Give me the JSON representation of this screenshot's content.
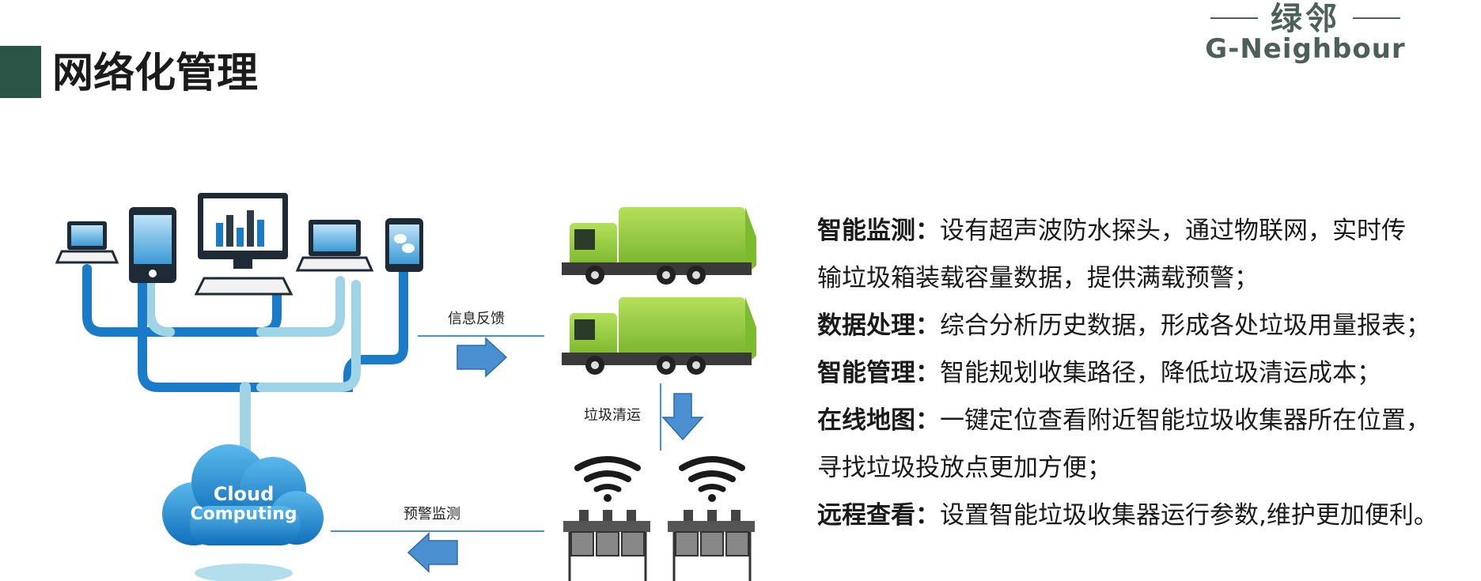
{
  "header": {
    "title": "网络化管理"
  },
  "logo": {
    "chinese": "绿邻",
    "english": "G-Neighbour"
  },
  "diagram": {
    "cloud_line1": "Cloud",
    "cloud_line2": "Computing",
    "label_feedback": "信息反馈",
    "label_collection": "垃圾清运",
    "label_warning": "预警监测"
  },
  "features": [
    {
      "term": "智能监测：",
      "text": "设有超声波防水探头，通过物联网，实时传"
    },
    {
      "term": "",
      "text": "输垃圾箱装载容量数据，提供满载预警；"
    },
    {
      "term": "数据处理：",
      "text": "综合分析历史数据，形成各处垃圾用量报表；"
    },
    {
      "term": "智能管理：",
      "text": "智能规划收集路径，降低垃圾清运成本；"
    },
    {
      "term": "在线地图：",
      "text": "一键定位查看附近智能垃圾收集器所在位置，"
    },
    {
      "term": "",
      "text": "寻找垃圾投放点更加方便；"
    },
    {
      "term": "远程查看：",
      "text": "设置智能垃圾收集器运行参数,维护更加便利。"
    }
  ],
  "colors": {
    "accent": "#2b5446",
    "brand": "#4c5f58",
    "blue": "#1a7cc8",
    "light_blue": "#9fd4e6",
    "truck_green": "#8dc63f"
  },
  "icons": [
    "laptop-icon",
    "tablet-icon",
    "monitor-chart-icon",
    "laptop-icon",
    "smartphone-icon",
    "cloud-icon",
    "garbage-truck-icon",
    "wifi-icon",
    "smart-bin-station-icon"
  ]
}
